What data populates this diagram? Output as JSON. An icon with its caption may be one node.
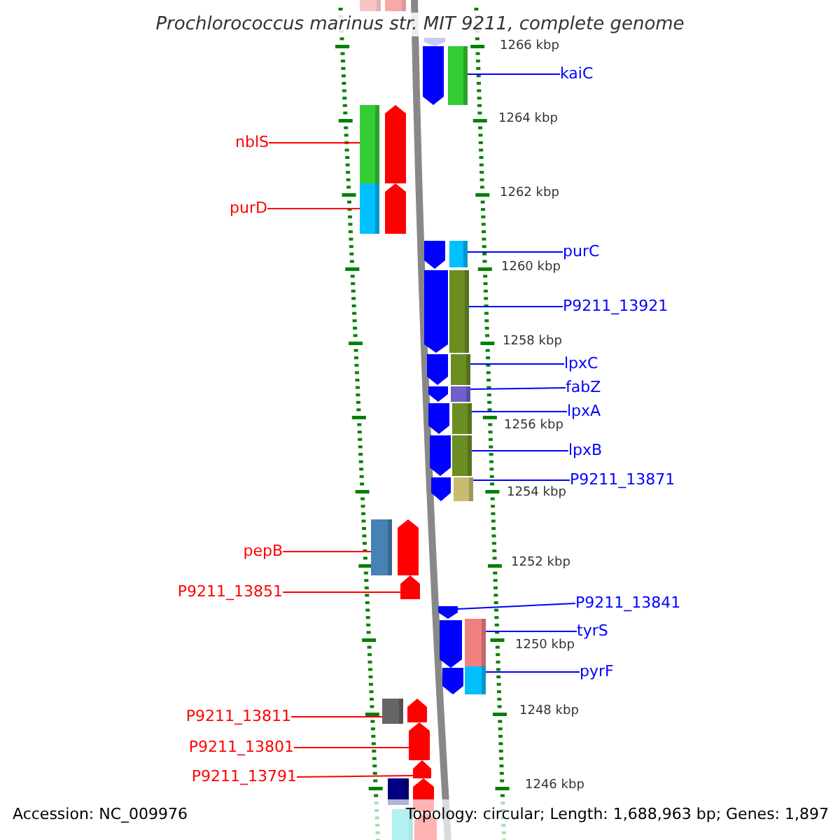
{
  "diagram": {
    "title": "Prochlorococcus marinus str. MIT 9211, complete genome",
    "nodes": [
      {
        "text": [
          "kaiC"
        ]
      },
      {
        "text": [],
        "shape": "bar"
      },
      {
        "text": [
          "nblS"
        ]
      },
      {
        "text": [],
        "shape": "bar"
      },
      {
        "text": [
          "purD"
        ]
      },
      {
        "text": [],
        "shape": "bar"
      },
      {
        "text": [
          "purC"
        ]
      },
      {
        "text": [],
        "shape": "bar"
      },
      {
        "text": [
          "P9211_13921"
        ]
      },
      {
        "text": [],
        "shape": "bar"
      },
      {
        "text": [
          "lpxC"
        ]
      },
      {
        "text": [],
        "shape": "bar"
      },
      {
        "text": [
          "fabZ"
        ]
      },
      {
        "text": [],
        "shape": "bar"
      },
      {
        "text": [
          "lpxA"
        ]
      },
      {
        "text": [],
        "shape": "bar"
      },
      {
        "text": [
          "lpxB"
        ]
      },
      {
        "text": [],
        "shape": "bar"
      },
      {
        "text": [
          "P9211_13871"
        ]
      },
      {
        "text": [],
        "shape": "bar"
      },
      {
        "text": [
          "pepB"
        ]
      },
      {
        "text": [],
        "shape": "bar"
      },
      {
        "text": [
          "P9211_13851"
        ]
      },
      {
        "text": [],
        "shape": "pentagon"
      },
      {
        "text": [
          "P9211_13841"
        ]
      },
      {
        "text": [],
        "shape": "pentagon"
      },
      {
        "text": [
          "tyrS"
        ]
      },
      {
        "text": [],
        "shape": "bar"
      },
      {
        "text": [
          "pyrF"
        ]
      },
      {
        "text": [],
        "shape": "bar"
      },
      {
        "text": [
          "P9211_13811"
        ]
      },
      {
        "text": [],
        "shape": "bar"
      },
      {
        "text": [
          "P9211_13801"
        ]
      },
      {
        "text": [],
        "shape": "pentagon"
      },
      {
        "text": [
          "P9211_13791"
        ]
      },
      {
        "text": [],
        "shape": "pentagon"
      },
      {
        "text": [],
        "shape": "bar"
      },
      {
        "text": [],
        "shape": "bar"
      },
      {
        "text": [],
        "shape": "pentagon"
      },
      {
        "text": [],
        "shape": "pentagon"
      },
      {
        "text": [],
        "shape": "pentagon"
      },
      {
        "text": [],
        "shape": "pentagon"
      },
      {
        "text": [],
        "shape": "pentagon"
      },
      {
        "text": [],
        "shape": "pentagon"
      },
      {
        "text": [],
        "shape": "pentagon"
      },
      {
        "text": [],
        "shape": "pentagon"
      },
      {
        "text": [],
        "shape": "pentagon"
      },
      {
        "text": [],
        "shape": "pentagon"
      },
      {
        "text": [],
        "shape": "pentagon"
      },
      {
        "text": [],
        "shape": "pentagon"
      },
      {
        "text": [],
        "shape": "pentagon"
      },
      {
        "text": [],
        "shape": "pentagon"
      },
      {
        "text": [],
        "shape": "pentagon"
      },
      {
        "text": [],
        "shape": "pentagon"
      },
      {
        "text": [],
        "shape": "bar"
      },
      {
        "text": [],
        "shape": "pentagon"
      },
      {
        "text": [],
        "shape": "bar"
      }
    ],
    "edges": [
      {
        "from": 0,
        "to": 1,
        "arrow": "none",
        "color": "#0000ff"
      },
      {
        "from": 2,
        "to": 3,
        "arrow": "none",
        "color": "#ff0000"
      },
      {
        "from": 4,
        "to": 5,
        "arrow": "none",
        "color": "#ff0000"
      },
      {
        "from": 6,
        "to": 7,
        "arrow": "none",
        "color": "#0000ff"
      },
      {
        "from": 8,
        "to": 9,
        "arrow": "none",
        "color": "#0000ff"
      },
      {
        "from": 10,
        "to": 11,
        "arrow": "none",
        "color": "#0000ff"
      },
      {
        "from": 12,
        "to": 13,
        "arrow": "none",
        "color": "#0000ff"
      },
      {
        "from": 14,
        "to": 15,
        "arrow": "none",
        "color": "#0000ff"
      },
      {
        "from": 16,
        "to": 17,
        "arrow": "none",
        "color": "#0000ff"
      },
      {
        "from": 18,
        "to": 19,
        "arrow": "none",
        "color": "#0000ff"
      },
      {
        "from": 20,
        "to": 21,
        "arrow": "none",
        "color": "#ff0000"
      },
      {
        "from": 22,
        "to": 23,
        "arrow": "none",
        "color": "#ff0000"
      },
      {
        "from": 24,
        "to": 25,
        "arrow": "none",
        "color": "#0000ff"
      },
      {
        "from": 26,
        "to": 27,
        "arrow": "none",
        "color": "#0000ff"
      },
      {
        "from": 28,
        "to": 29,
        "arrow": "none",
        "color": "#0000ff"
      },
      {
        "from": 30,
        "to": 31,
        "arrow": "none",
        "color": "#ff0000"
      },
      {
        "from": 32,
        "to": 33,
        "arrow": "none",
        "color": "#ff0000"
      },
      {
        "from": 34,
        "to": 35,
        "arrow": "none",
        "color": "#ff0000"
      }
    ],
    "labels": [
      "1266 kbp",
      "1264 kbp",
      "1262 kbp",
      "1260 kbp",
      "1258 kbp",
      "1256 kbp",
      "1254 kbp",
      "1252 kbp",
      "1250 kbp",
      "1248 kbp",
      "1246 kbp",
      "Accession: NC_009976",
      "Topology: circular; Length: 1,688,963 bp; Genes: 1,897"
    ]
  }
}
